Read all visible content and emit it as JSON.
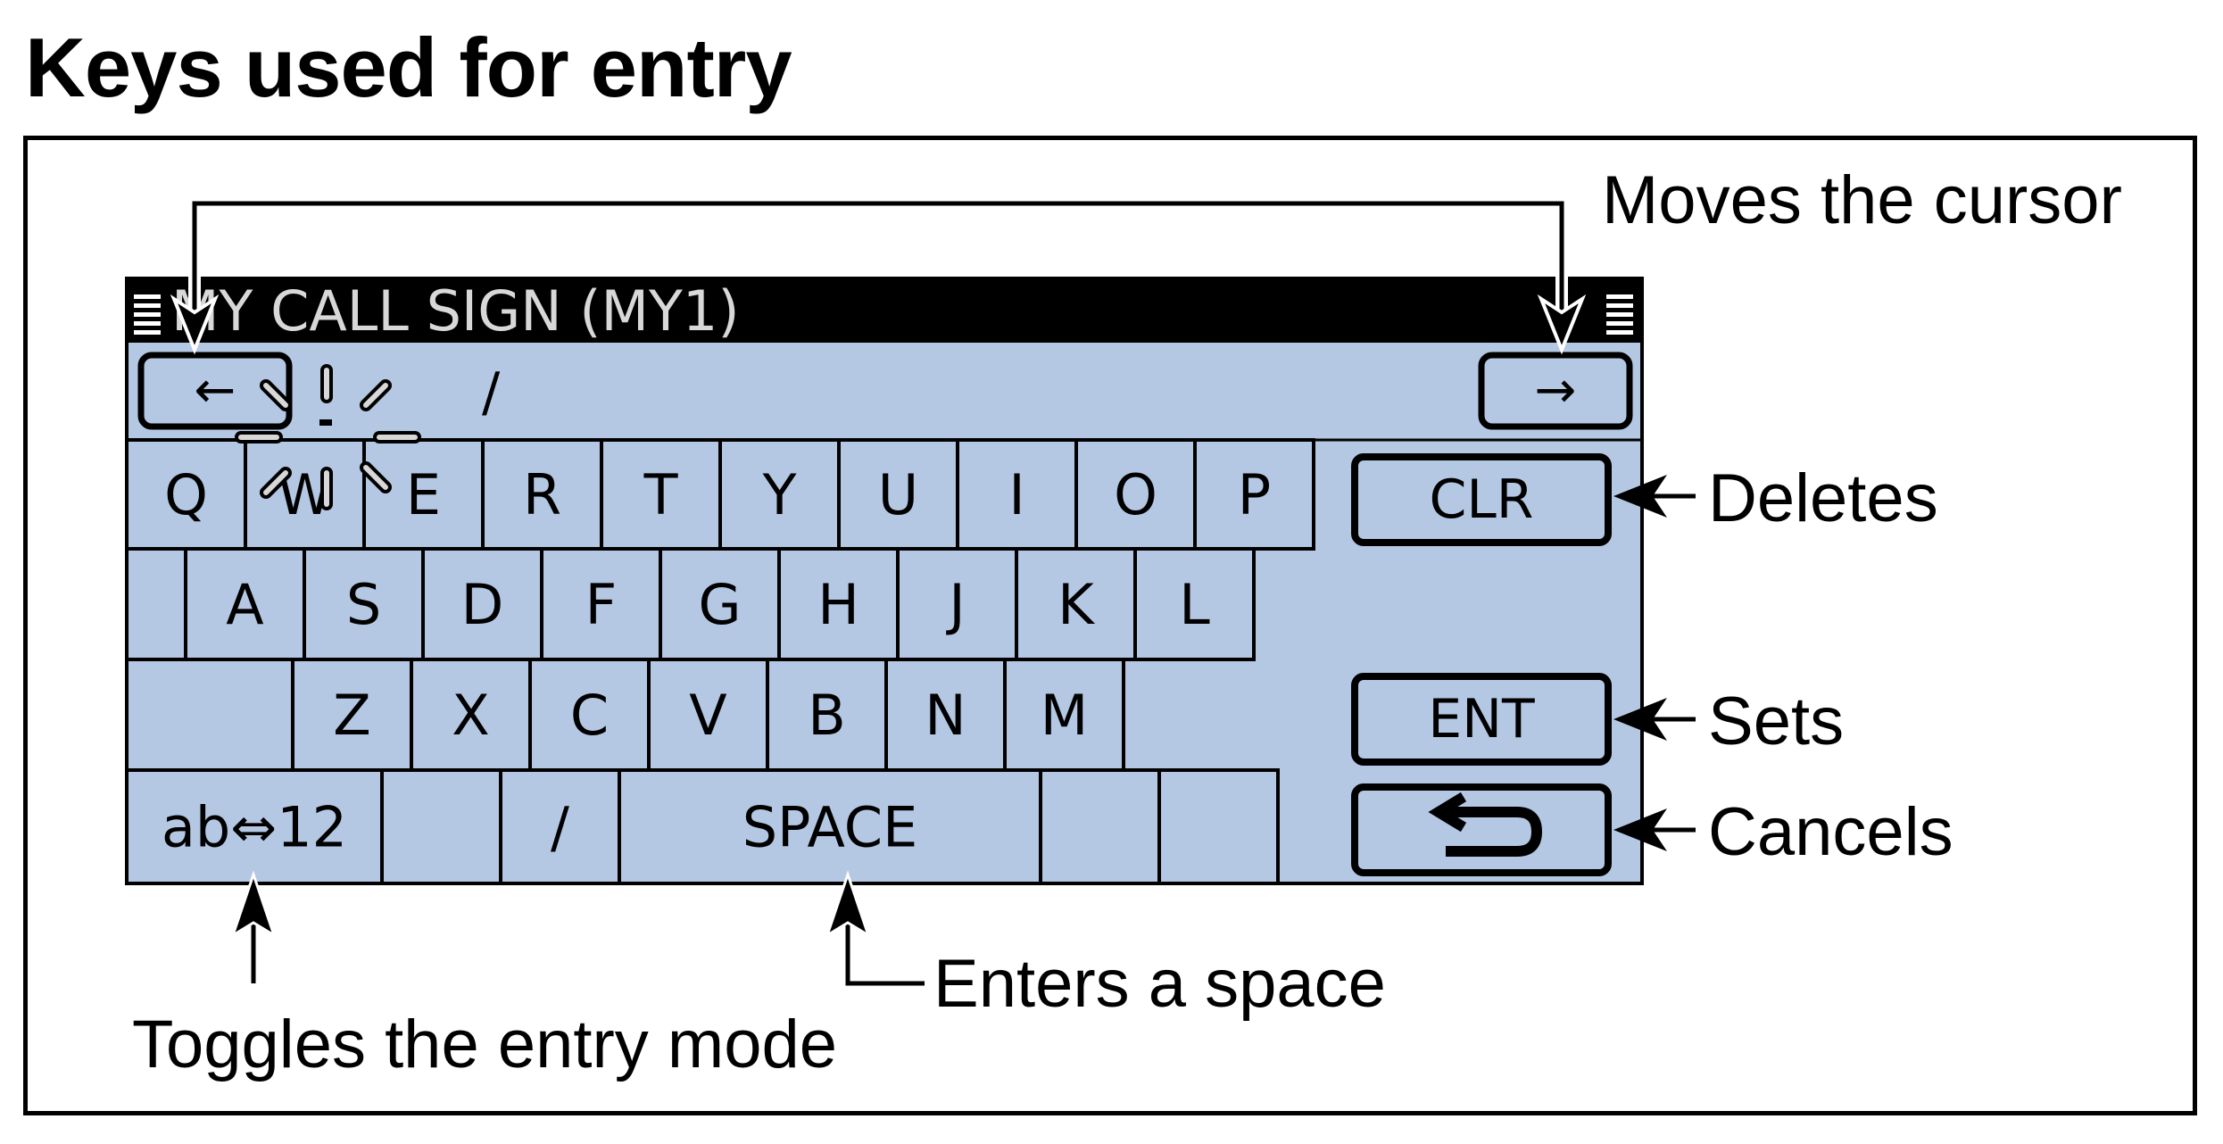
{
  "heading": "Keys used for entry",
  "screen": {
    "title": "MY CALL SIGN  (MY1)",
    "entry_text": "/",
    "left_arrow": "←",
    "right_arrow": "→",
    "rows": [
      [
        "Q",
        "W",
        "E",
        "R",
        "T",
        "Y",
        "U",
        "I",
        "O",
        "P"
      ],
      [
        "A",
        "S",
        "D",
        "F",
        "G",
        "H",
        "J",
        "K",
        "L"
      ],
      [
        "Z",
        "X",
        "C",
        "V",
        "B",
        "N",
        "M"
      ]
    ],
    "bottom": {
      "mode": "ab⇔12",
      "slash": "/",
      "space": "SPACE"
    },
    "side": {
      "clr": "CLR",
      "ent": "ENT",
      "back_icon": "return-arrow-icon"
    },
    "colors": {
      "screen_bg": "#b4c8e4",
      "title_bar": "#000000",
      "ink": "#000000"
    }
  },
  "callouts": {
    "cursor": "Moves the cursor",
    "deletes": "Deletes",
    "sets": "Sets",
    "cancels": "Cancels",
    "space": "Enters a space",
    "mode": "Toggles the entry mode"
  }
}
